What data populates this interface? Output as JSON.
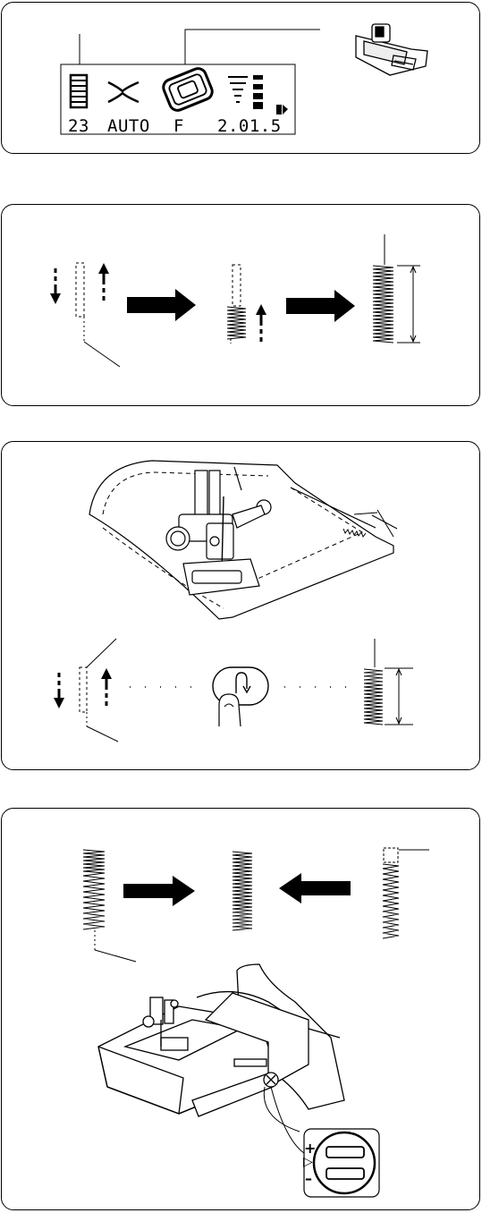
{
  "display": {
    "pattern_number": "23",
    "auto_label": "AUTO",
    "foot_letter": "F",
    "settings": "2.01.5"
  },
  "dial": {
    "plus": "+",
    "minus": "–",
    "indicator": "▷"
  },
  "colors": {
    "line": "#000000",
    "background": "#ffffff"
  }
}
